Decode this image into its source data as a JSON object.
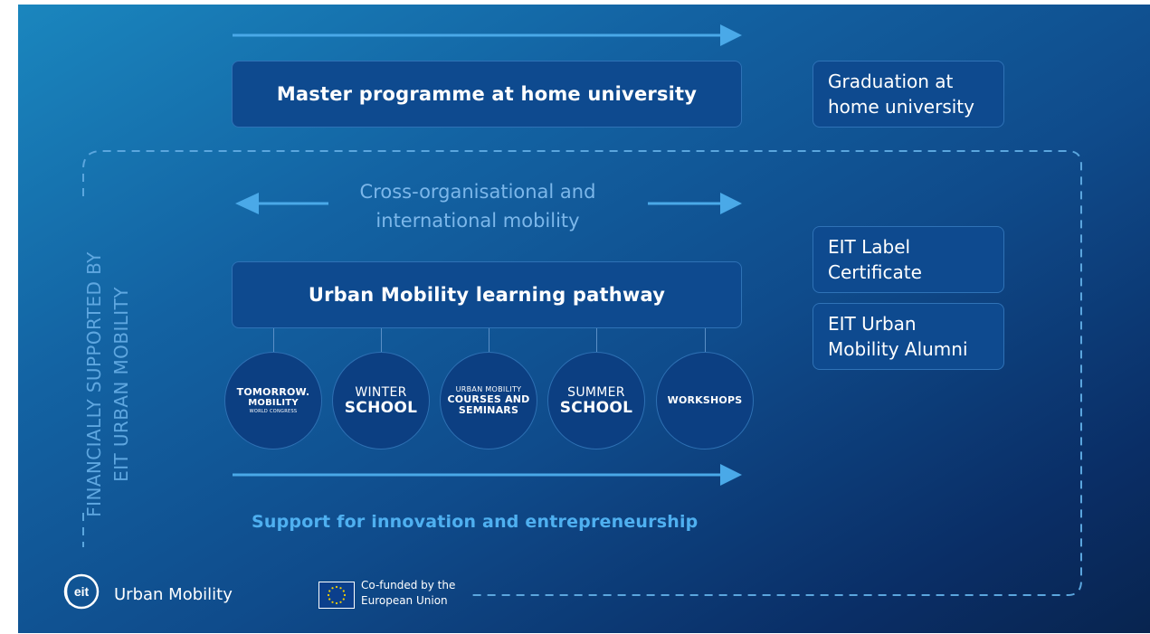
{
  "top_box": {
    "label": "Master programme at home university"
  },
  "graduation_box": {
    "line1": "Graduation at",
    "line2": "home university"
  },
  "mobility_label": {
    "line1": "Cross-organisational and",
    "line2": "international mobility"
  },
  "pathway_box": {
    "label": "Urban Mobility learning pathway"
  },
  "label_certificate_box": {
    "line1": "EIT Label",
    "line2": "Certificate"
  },
  "alumni_box": {
    "line1": "EIT Urban",
    "line2": "Mobility Alumni"
  },
  "circles": {
    "tomorrow": {
      "line1": "TOMORROW.",
      "line2": "MOBILITY",
      "line3": "WORLD CONGRESS"
    },
    "winter": {
      "line1": "WINTER",
      "line2": "SCHOOL"
    },
    "courses": {
      "line1": "URBAN MOBILITY",
      "line2": "COURSES AND",
      "line3": "SEMINARS"
    },
    "summer": {
      "line1": "SUMMER",
      "line2": "SCHOOL"
    },
    "workshops": {
      "line1": "WORKSHOPS"
    }
  },
  "vertical_label": {
    "line1": "FINANCIALLY SUPPORTED BY",
    "line2": "EIT URBAN MOBILITY"
  },
  "support_label": "Support for innovation and entrepreneurship",
  "eit_logo": {
    "mark": "eit",
    "text": "Urban Mobility"
  },
  "eu_logo": {
    "line1": "Co-funded by the",
    "line2": "European Union"
  },
  "colors": {
    "arrow": "#4aa9e8",
    "dashed_border": "#5ba6de",
    "box_fill": "#0e4a8f",
    "box_border": "#2f72b6",
    "accent_text": "#4fb0f0",
    "eu_flag": "#0b3f8c",
    "eu_stars": "#f5d000"
  }
}
